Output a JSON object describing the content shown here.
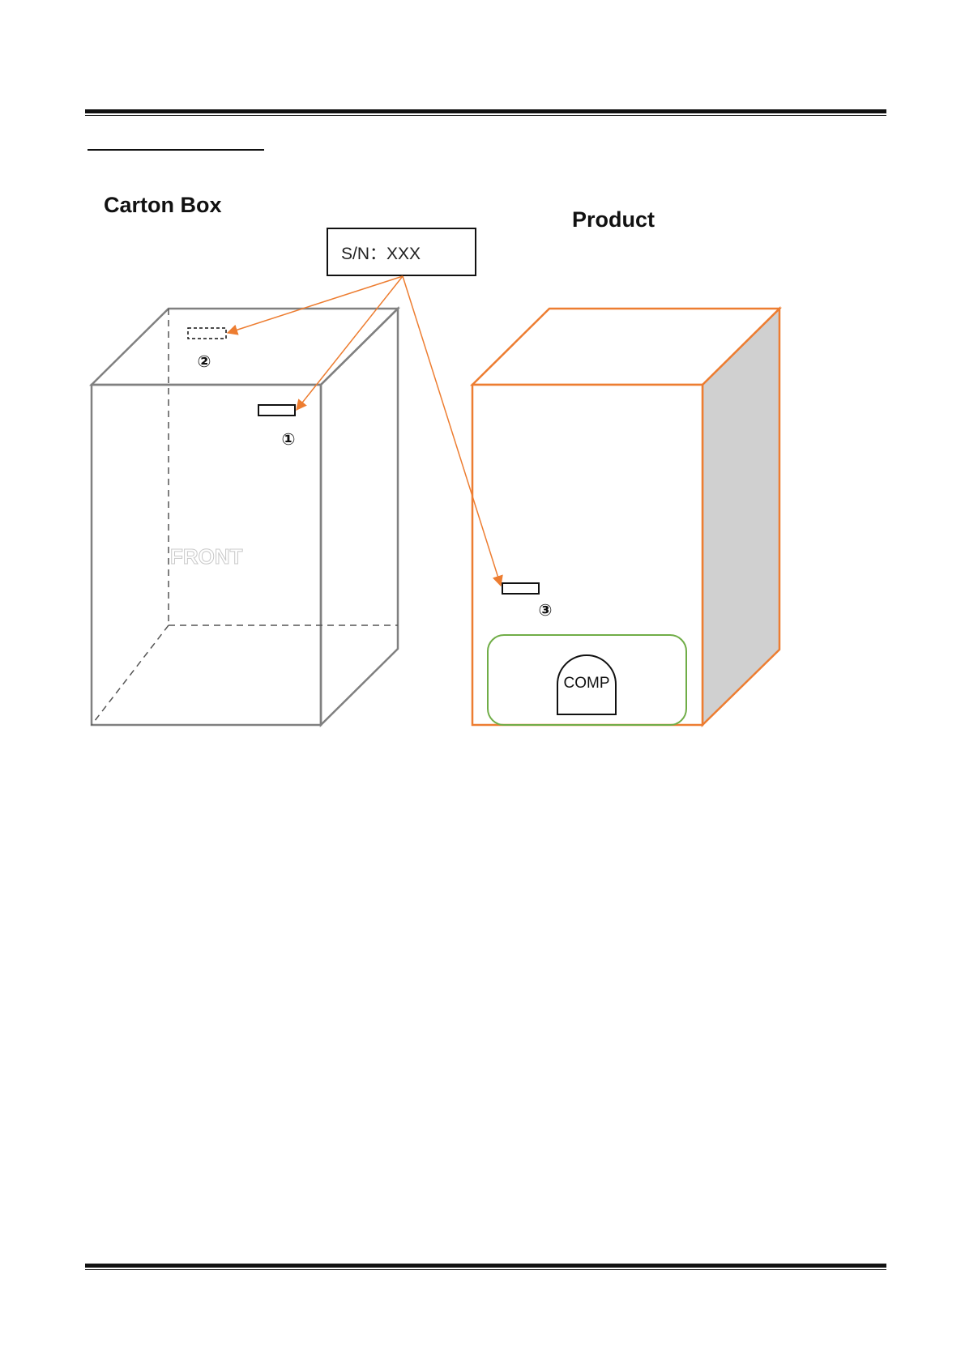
{
  "header": {
    "title": ""
  },
  "labels": {
    "carton_box": "Carton Box",
    "product": "Product",
    "serial_label": "S/N：XXX",
    "front": "FRONT",
    "comp": "COMP"
  },
  "markers": [
    "①",
    "②",
    "③"
  ],
  "colors": {
    "carton_outline": "#808080",
    "product_outline": "#ED7D31",
    "product_side_fill": "#D0D0D0",
    "arrow": "#ED7D31",
    "comp_area": "#70AD47",
    "rule": "#111111"
  }
}
